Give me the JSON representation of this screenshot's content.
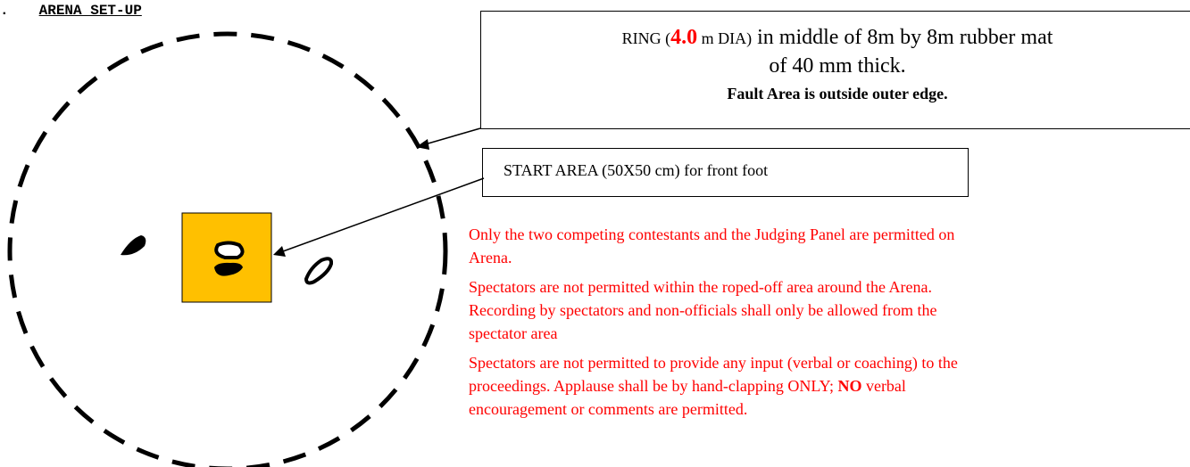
{
  "heading": {
    "number": ".",
    "title": "ARENA SET-UP"
  },
  "ring_box": {
    "prefix": "RING (",
    "diameter": "4.0",
    "unit": " m DIA)",
    "line1_rest": " in middle of 8m by 8m rubber mat",
    "line2": "of 40 mm thick.",
    "line3": "Fault Area is outside outer edge."
  },
  "start_box": {
    "text": "START AREA (50X50 cm) for front foot"
  },
  "notes": {
    "n1a": "Only the two competing contestants and the Judging Panel are permitted on",
    "n1b": "Arena.",
    "n2a": "Spectators are not permitted within the roped-off area around the Arena.",
    "n2b": "Recording by spectators and non-officials shall only be allowed from the",
    "n2c": "spectator area",
    "n3a": "Spectators are not permitted to provide any input (verbal or coaching) to the",
    "n3b": "proceedings. Applause shall be by hand-clapping ONLY; ",
    "n3b_bold": "NO",
    "n3b_end": " verbal",
    "n3c": "encouragement or comments are permitted."
  },
  "colors": {
    "start_area_fill": "#FFC000",
    "note_text": "#FF0000",
    "diameter_text": "#FF0000"
  }
}
